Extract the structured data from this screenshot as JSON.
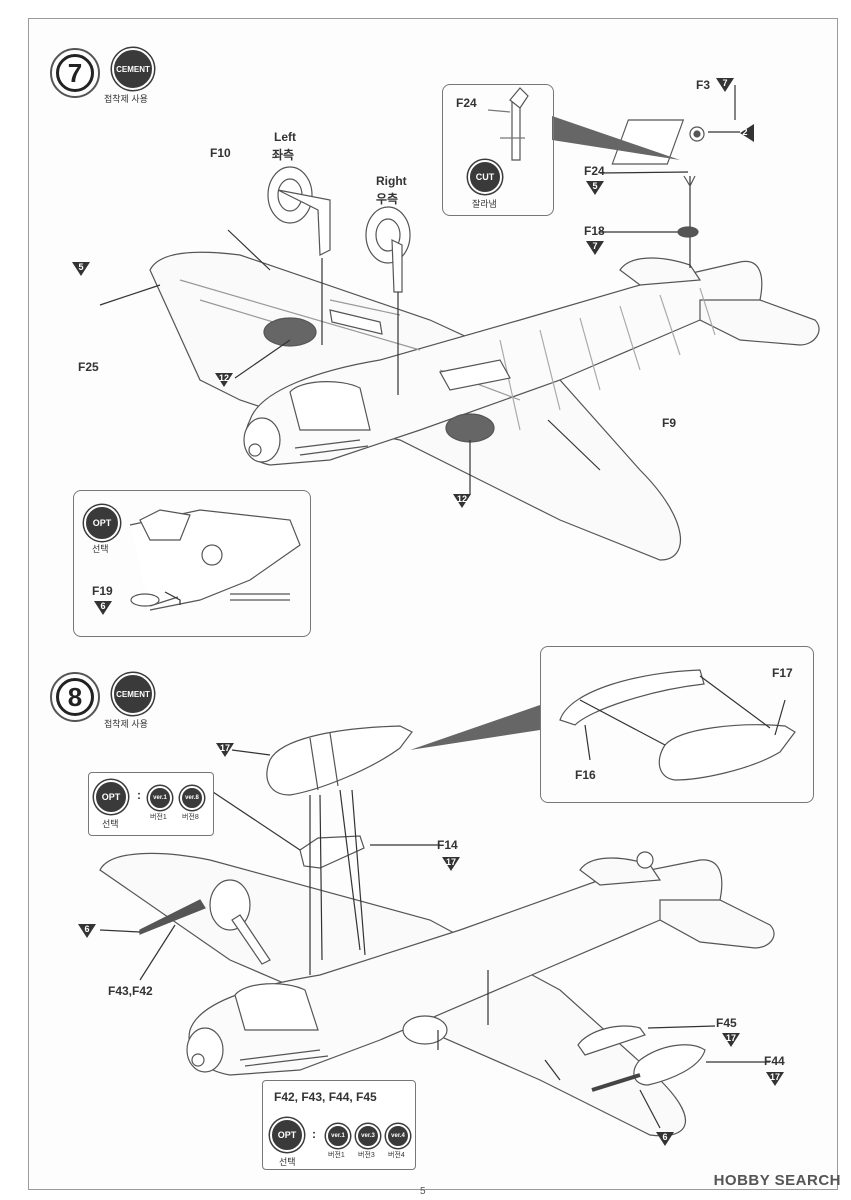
{
  "page_number": "5",
  "watermark": "HOBBY SEARCH",
  "step7": {
    "number": "7",
    "cement_label": "CEMENT",
    "cement_caption": "접착제 사용",
    "left_label": "Left",
    "left_label_kr": "좌측",
    "right_label": "Right",
    "right_label_kr": "우측",
    "parts": {
      "F10": "F10",
      "F25": "F25",
      "F25_ref": "5",
      "F9": "F9",
      "ref12a": "12",
      "ref12b": "12",
      "F3": "F3",
      "F3_ref": "7",
      "F3_ref2": "2",
      "F24": "F24",
      "F24_ref": "5",
      "F18": "F18",
      "F18_ref": "7"
    },
    "cut_inset": {
      "part": "F24",
      "badge": "CUT",
      "caption": "잘라냄"
    },
    "opt_inset": {
      "badge": "OPT",
      "caption": "선택",
      "part": "F19",
      "ref": "6"
    }
  },
  "step8": {
    "number": "8",
    "cement_label": "CEMENT",
    "cement_caption": "접착제 사용",
    "ref_top": "17",
    "opt_box": {
      "badge": "OPT",
      "caption": "선택",
      "colon": ":",
      "v1": "ver.1",
      "v1_caption": "버전1",
      "v8": "ver.8",
      "v8_caption": "버전8"
    },
    "parts": {
      "F14": "F14",
      "F14_ref": "17",
      "F16": "F16",
      "F17": "F17",
      "F43F42": "F43,F42",
      "ref6a": "6",
      "F45": "F45",
      "F45_ref": "17",
      "F44": "F44",
      "F44_ref": "17",
      "ref6b": "6"
    },
    "bottom_box": {
      "title": "F42,  F43,  F44,  F45",
      "badge": "OPT",
      "caption": "선택",
      "colon": ":",
      "v1": "ver.1",
      "v1_caption": "버전1",
      "v3": "ver.3",
      "v3_caption": "버전3",
      "v4": "ver.4",
      "v4_caption": "버전4"
    }
  }
}
